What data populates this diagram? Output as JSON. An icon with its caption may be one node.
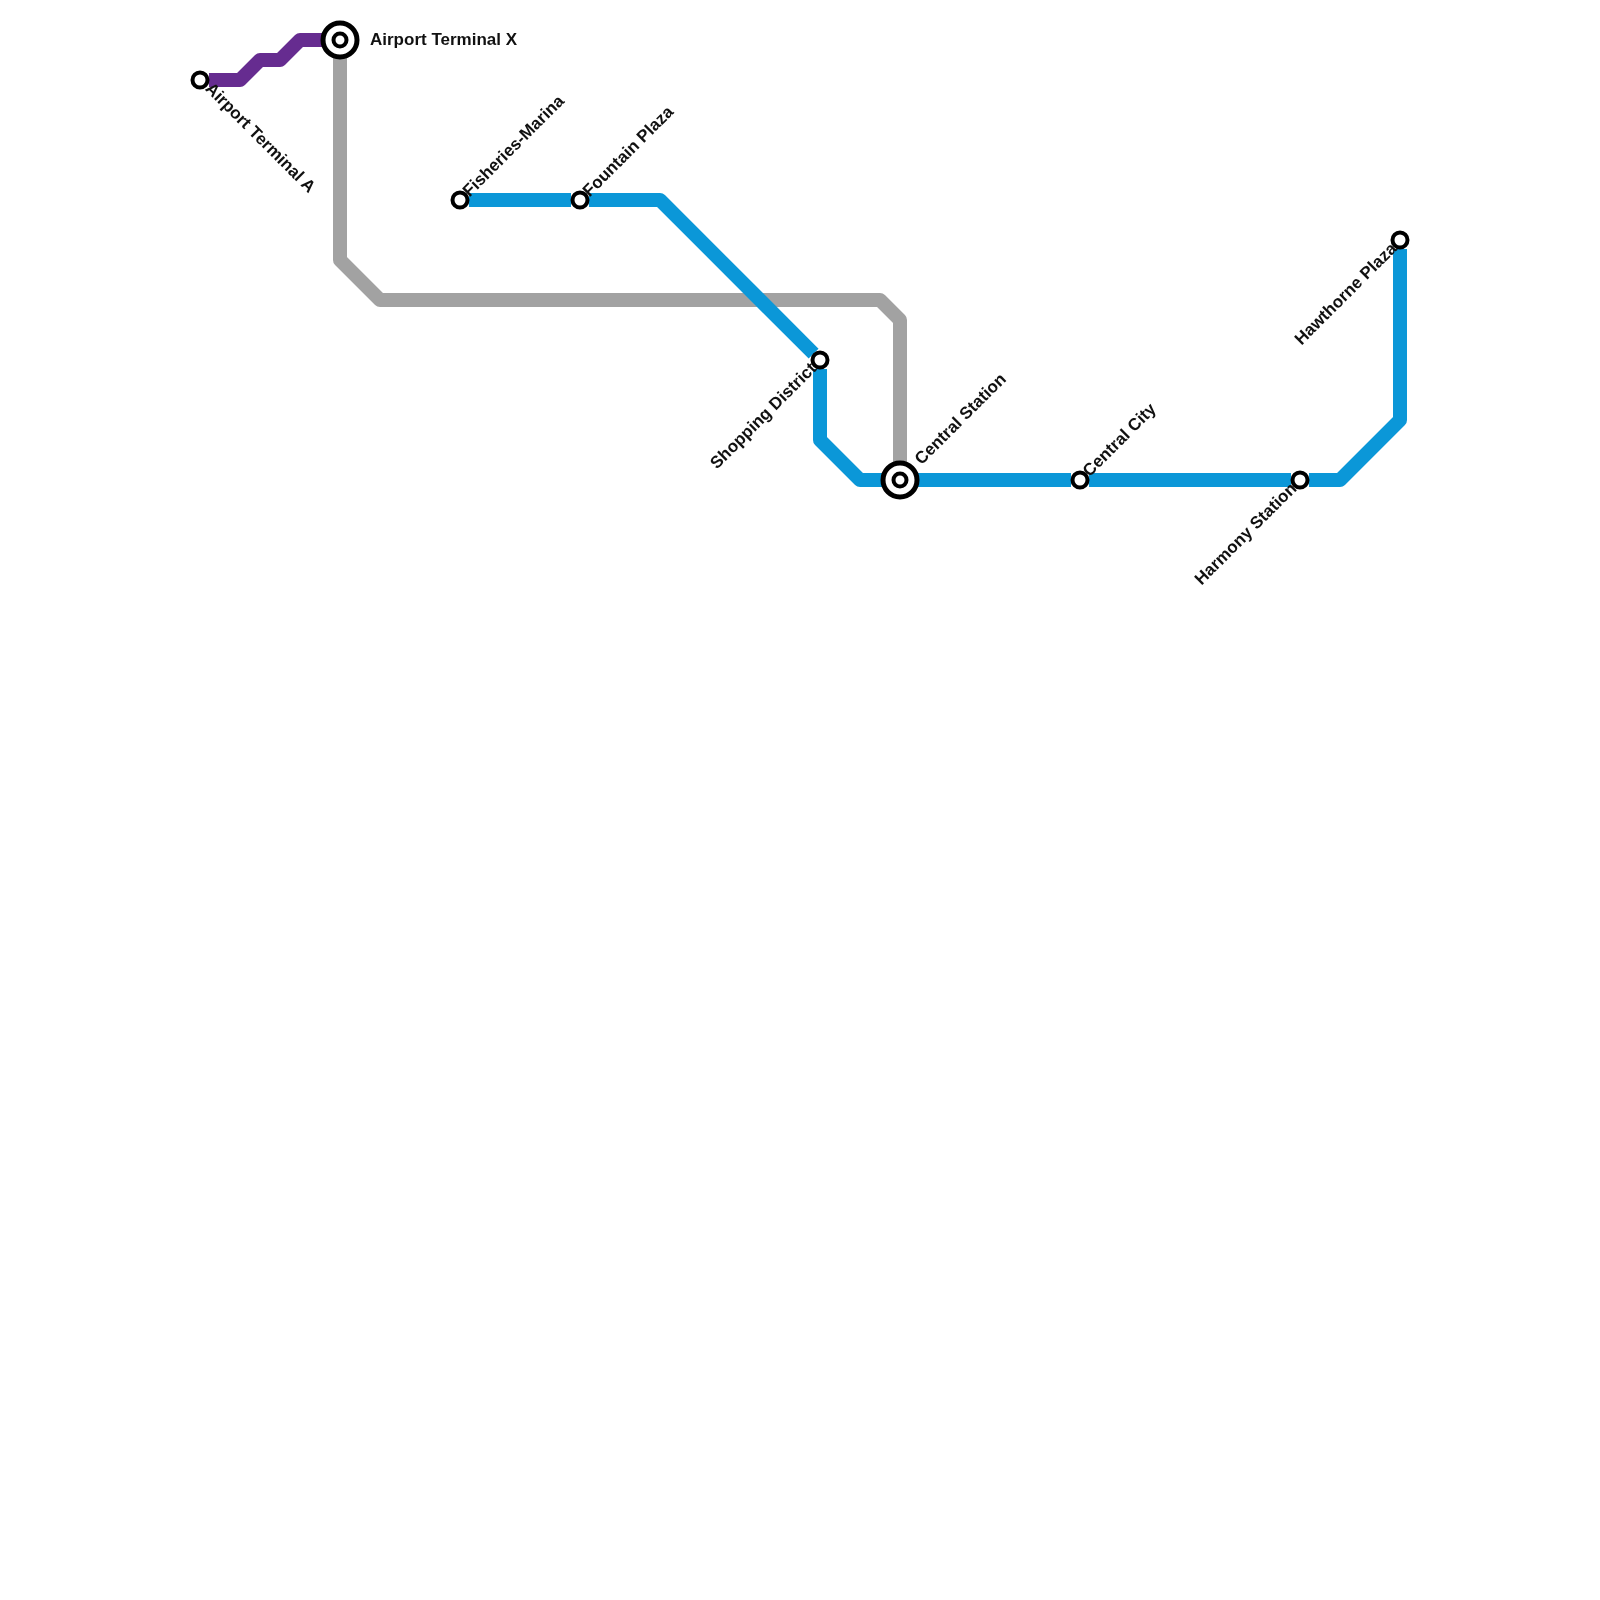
{
  "diagram": {
    "nodes": [
      {
        "text": [
          "Airport Terminal A"
        ]
      },
      {
        "text": [
          "Airport Terminal X"
        ]
      },
      {
        "text": [
          "Fisheries-Marina"
        ]
      },
      {
        "text": [
          "Fountain Plaza"
        ]
      },
      {
        "text": [
          "Shopping District"
        ]
      },
      {
        "text": [
          "Central Station"
        ]
      },
      {
        "text": [
          "Central City"
        ]
      },
      {
        "text": [
          "Harmony Station"
        ]
      },
      {
        "text": [
          "Hawthorne Plaza"
        ]
      }
    ],
    "edges": [
      {
        "from": 0,
        "to": 1,
        "arrow": "none",
        "color": "#662c90"
      },
      {
        "from": 1,
        "to": 5,
        "arrow": "none",
        "color": "#a2a2a2"
      },
      {
        "from": 2,
        "to": 3,
        "arrow": "none"
      },
      {
        "from": 3,
        "to": 4,
        "arrow": "none"
      },
      {
        "from": 4,
        "to": 5,
        "arrow": "none"
      },
      {
        "from": 5,
        "to": 6,
        "arrow": "none"
      },
      {
        "from": 6,
        "to": 7,
        "arrow": "none"
      },
      {
        "from": 7,
        "to": 8,
        "arrow": "none"
      }
    ]
  }
}
